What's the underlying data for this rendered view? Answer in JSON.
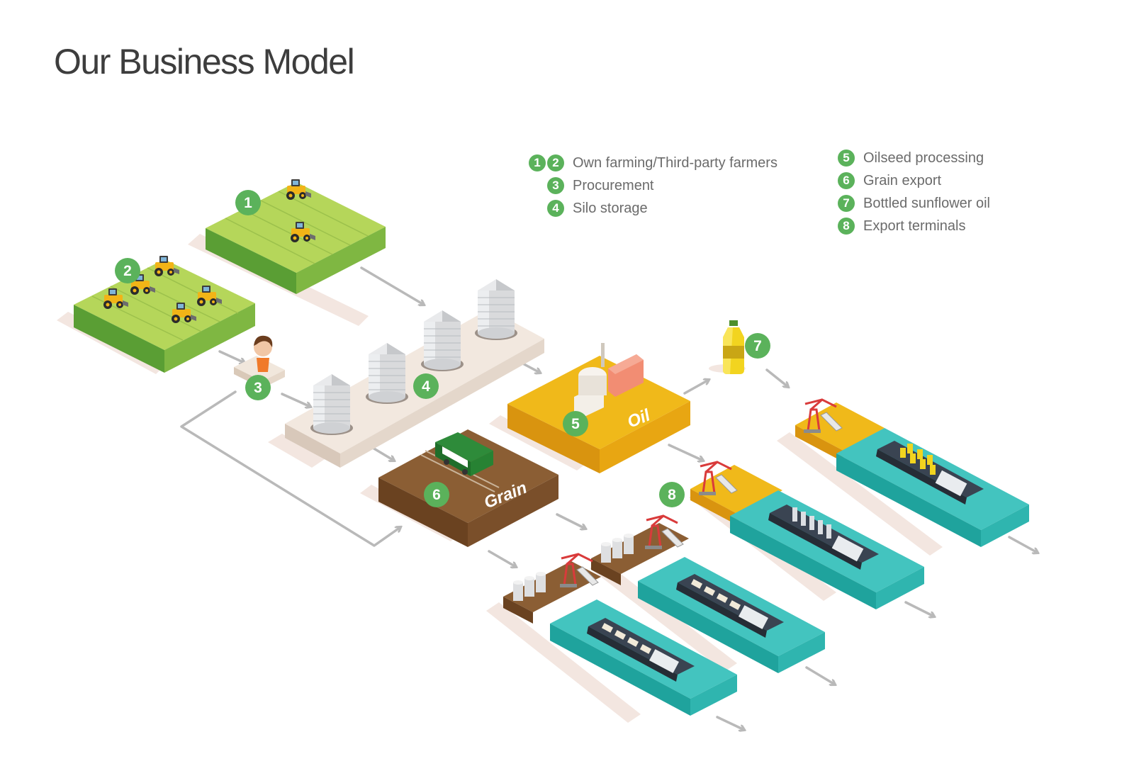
{
  "title": "Our Business Model",
  "colors": {
    "badge": "#5bb25b",
    "field": "#b5d65a",
    "oil": "#f0b91a",
    "grain": "#8b5e34",
    "water": "#43c4bf",
    "storage": "#eadfd3",
    "arrow": "#b9b9b9"
  },
  "legend": {
    "left": [
      {
        "badges": [
          "1",
          "2"
        ],
        "label": "Own farming/Third-party farmers"
      },
      {
        "badges": [
          "3"
        ],
        "label": "Procurement"
      },
      {
        "badges": [
          "4"
        ],
        "label": "Silo storage"
      }
    ],
    "right": [
      {
        "badges": [
          "5"
        ],
        "label": "Oilseed processing"
      },
      {
        "badges": [
          "6"
        ],
        "label": "Grain export"
      },
      {
        "badges": [
          "7"
        ],
        "label": "Bottled sunflower oil"
      },
      {
        "badges": [
          "8"
        ],
        "label": "Export terminals"
      }
    ]
  },
  "diagram": {
    "badges": [
      "1",
      "2",
      "3",
      "4",
      "5",
      "6",
      "7",
      "8"
    ],
    "oil_label": "Oil",
    "grain_label": "Grain"
  }
}
